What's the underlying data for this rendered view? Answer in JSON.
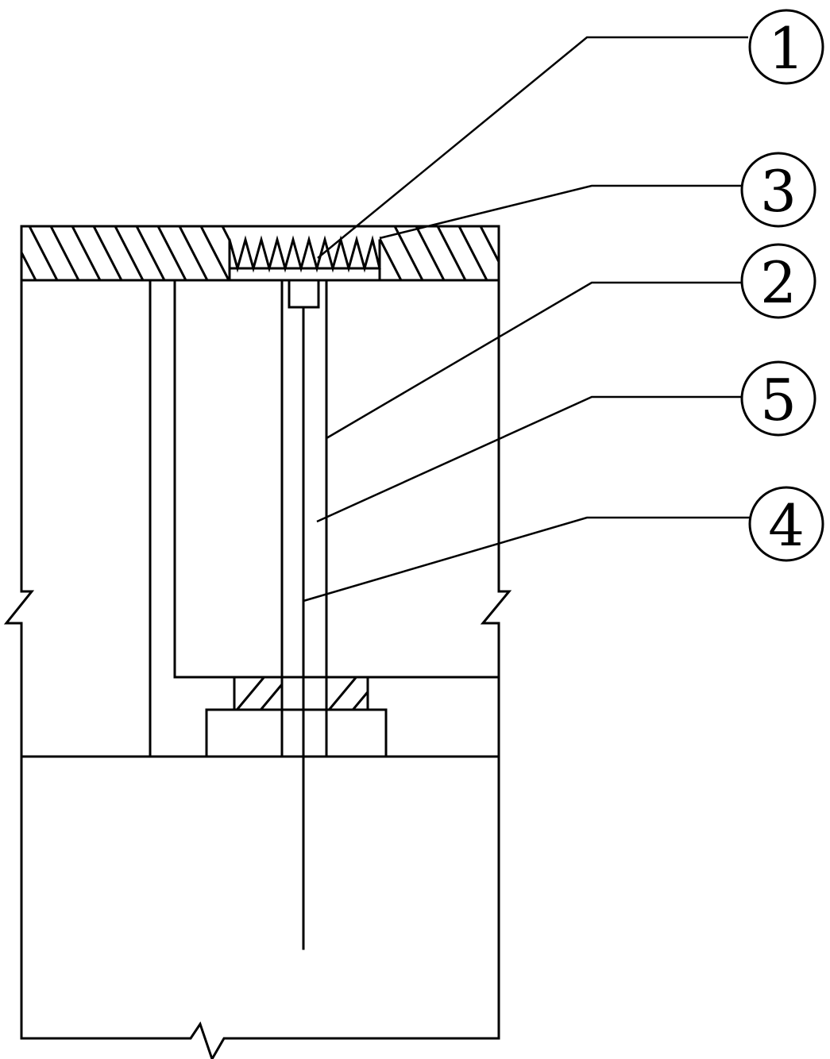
{
  "callouts": [
    {
      "id": "c1",
      "number": "1"
    },
    {
      "id": "c3",
      "number": "3"
    },
    {
      "id": "c2",
      "number": "2"
    },
    {
      "id": "c5",
      "number": "5"
    },
    {
      "id": "c4",
      "number": "4"
    }
  ]
}
